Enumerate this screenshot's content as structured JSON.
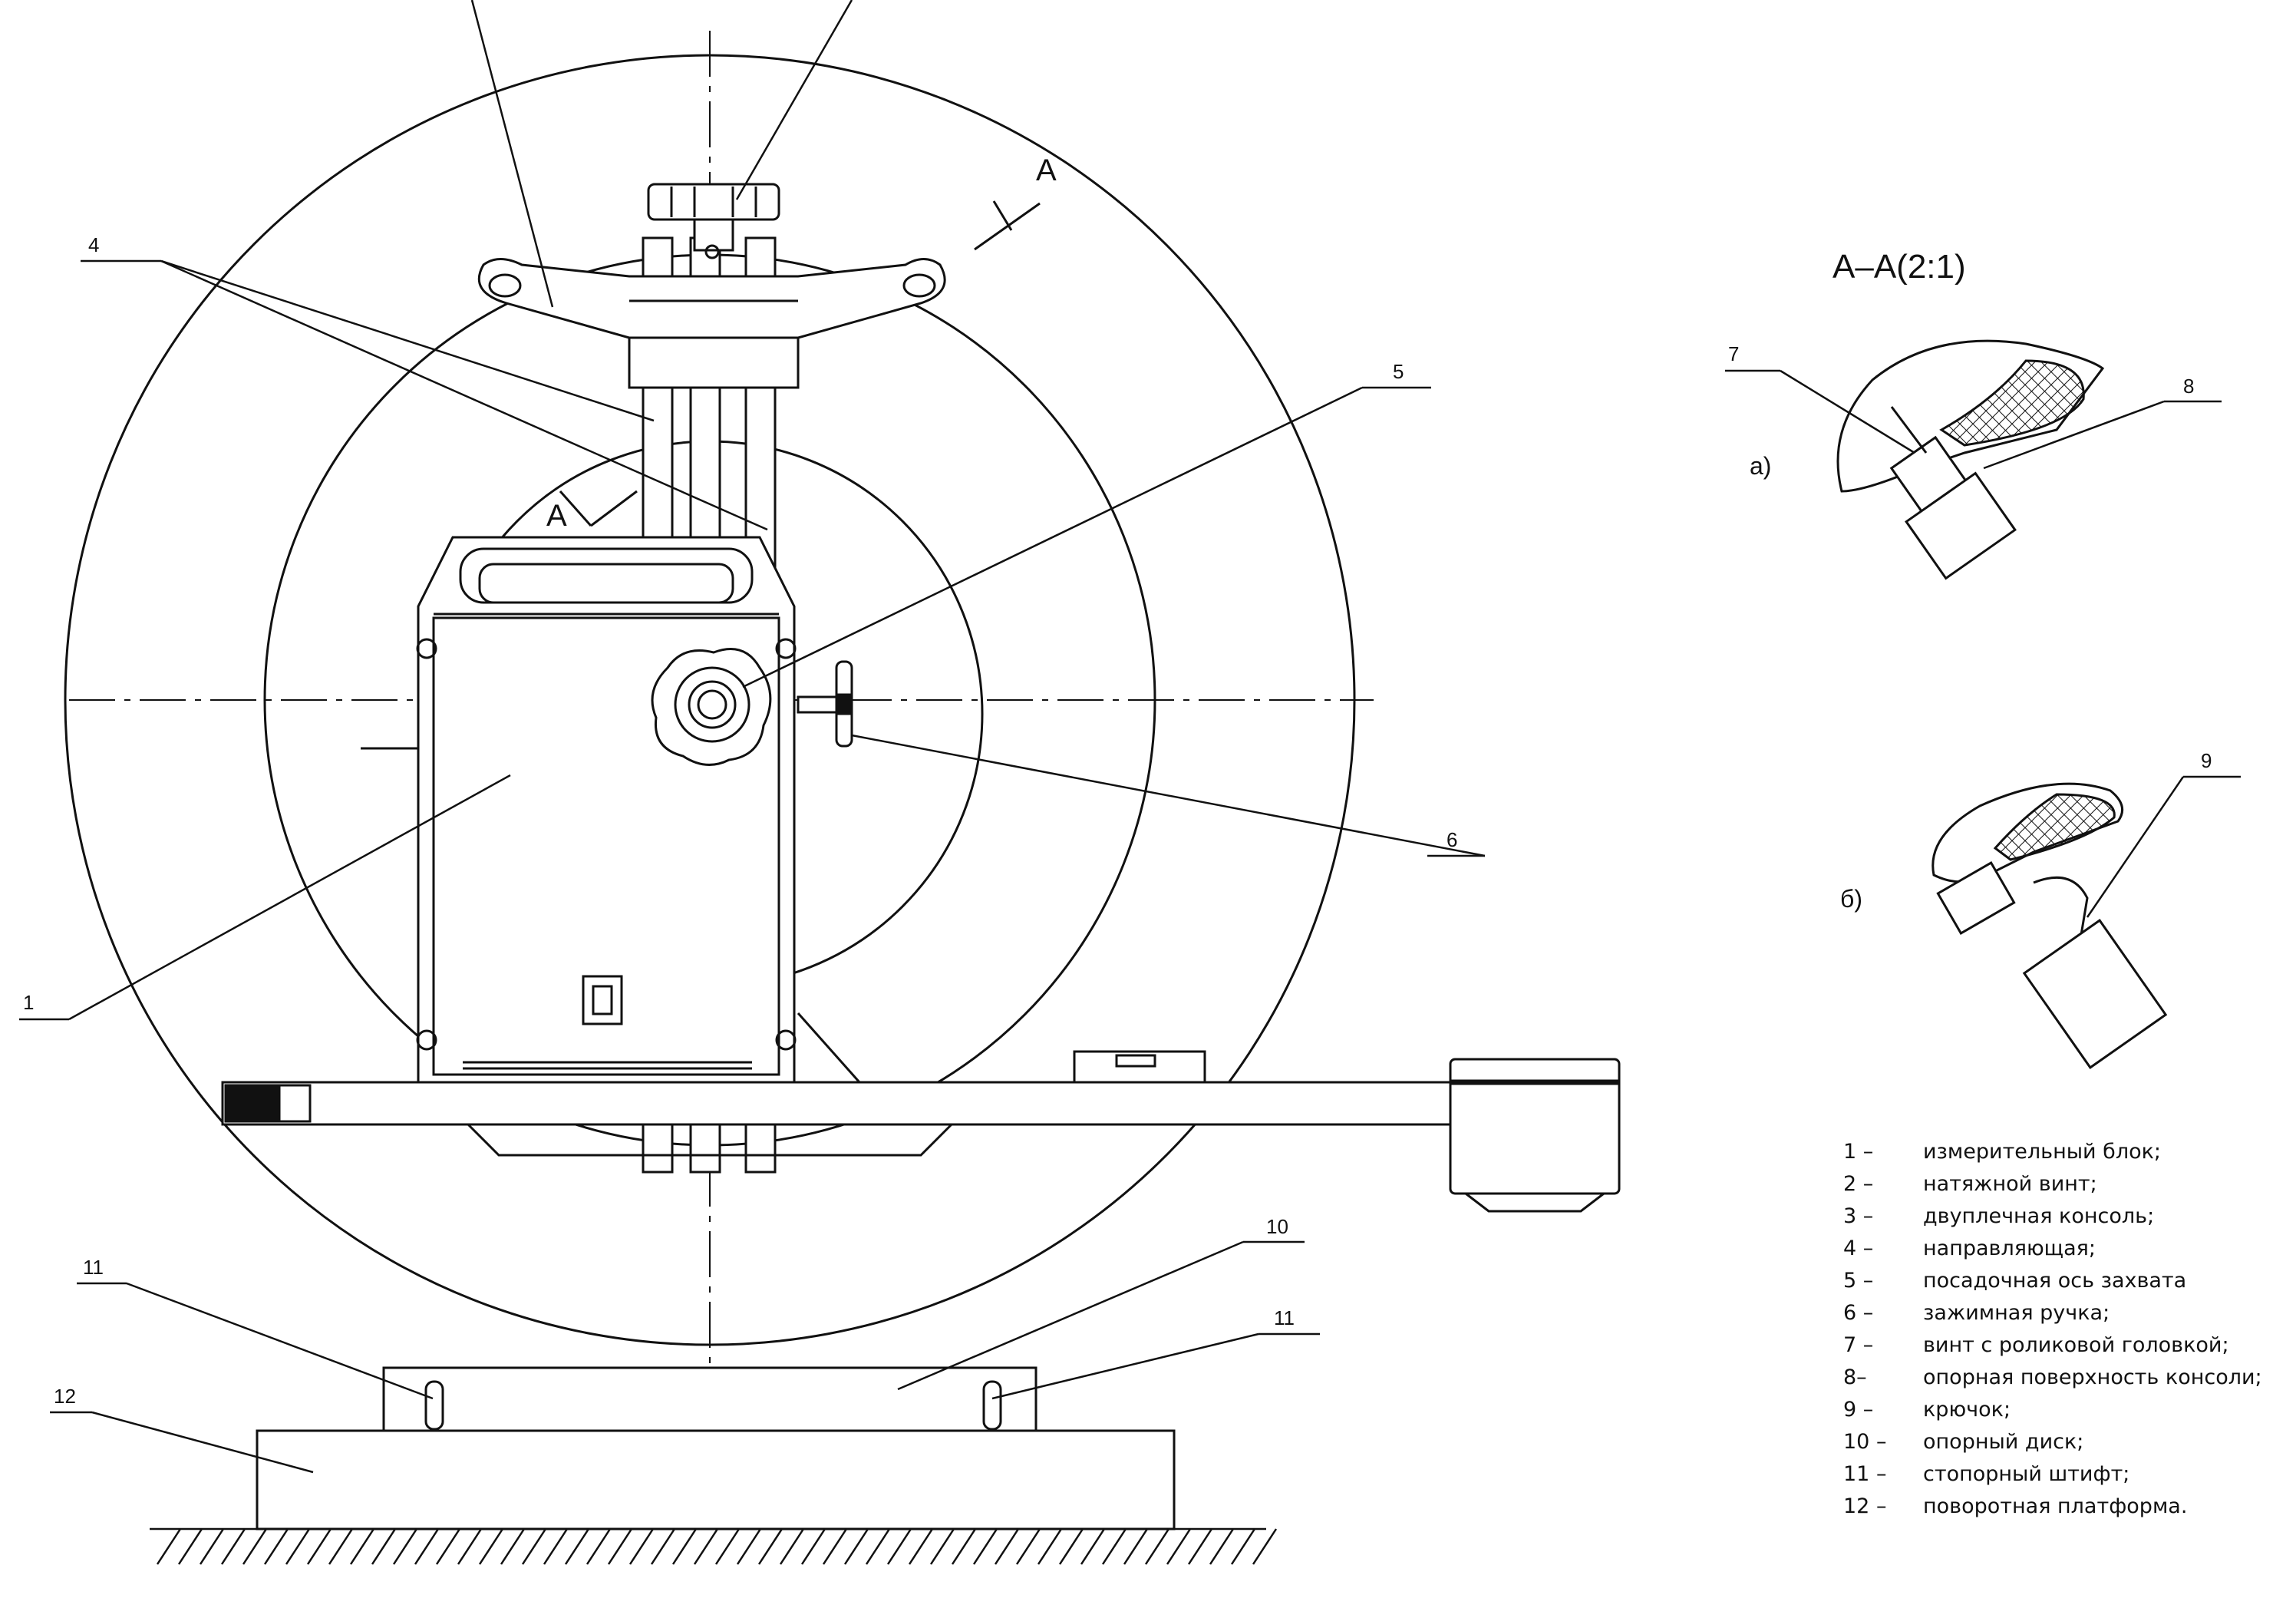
{
  "labels": {
    "l1": "1",
    "l4": "4",
    "l5": "5",
    "l6": "6",
    "l7": "7",
    "l8": "8",
    "l9": "9",
    "l10": "10",
    "l11a": "11",
    "l11b": "11",
    "l12": "12",
    "sectionA1": "A",
    "sectionA2": "A",
    "sectionTitle": "A–A(2:1)",
    "subA": "a)",
    "subB": "б)"
  },
  "legend": [
    {
      "num": "1 –",
      "text": "измерительный блок;"
    },
    {
      "num": "2 –",
      "text": "натяжной винт;"
    },
    {
      "num": "3 –",
      "text": "двуплечная консоль;"
    },
    {
      "num": "4 –",
      "text": "направляющая;"
    },
    {
      "num": "5 –",
      "text": "посадочная ось захвата"
    },
    {
      "num": "6 –",
      "text": "зажимная ручка;"
    },
    {
      "num": "7 –",
      "text": "винт с роликовой головкой;"
    },
    {
      "num": "8–",
      "text": "опорная поверхность консоли;"
    },
    {
      "num": "9 –",
      "text": "крючок;"
    },
    {
      "num": "10 –",
      "text": "опорный диск;"
    },
    {
      "num": "11 –",
      "text": "стопорный штифт;"
    },
    {
      "num": "12 –",
      "text": "поворотная платформа."
    }
  ]
}
